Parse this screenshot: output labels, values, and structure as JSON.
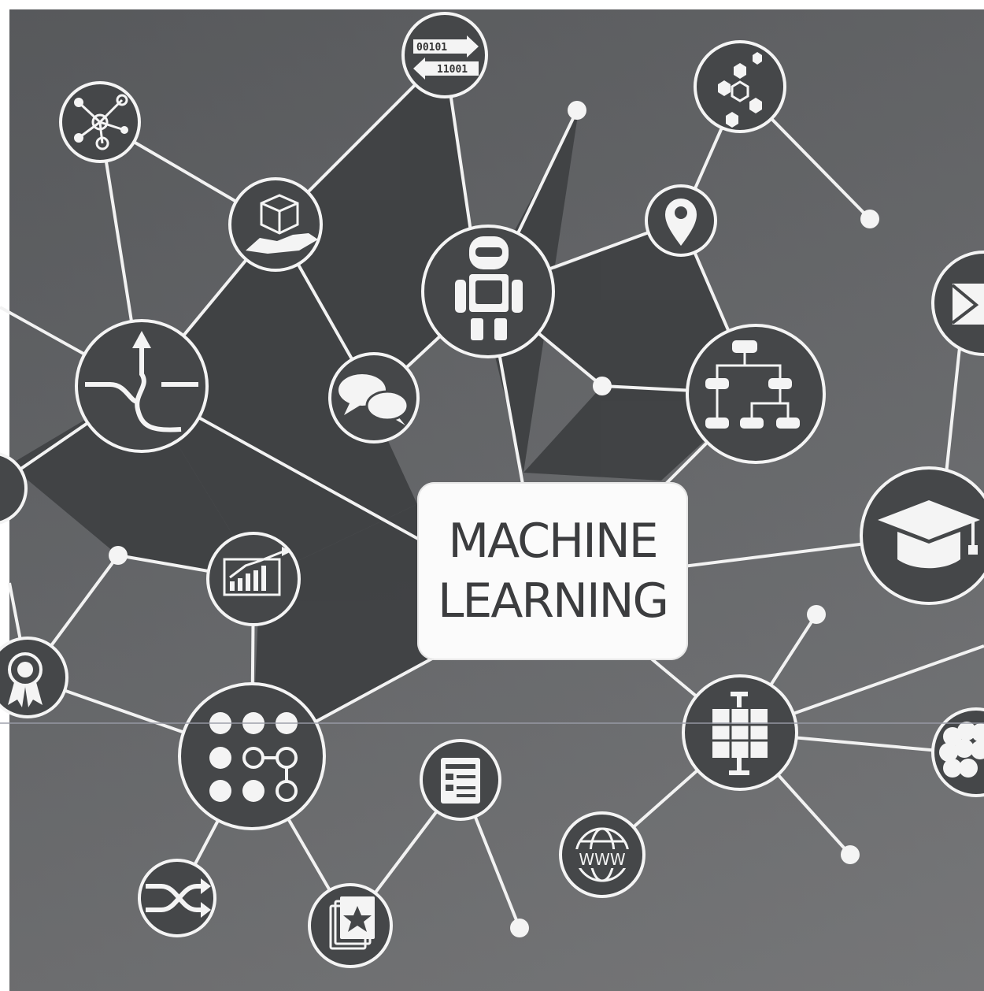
{
  "title": {
    "line1": "MACHINE",
    "line2": "LEARNING"
  },
  "colors": {
    "background_light": "#bdbdbd",
    "background_dark": "#3d3f41",
    "shape_fill": "#444648",
    "line": "#f2f2f2",
    "label_box": "#fbfbfb",
    "label_text": "#3c3d3f"
  },
  "icons": {
    "binary_top": "00101",
    "binary_bottom": "11001",
    "www": "WWW",
    "names": [
      "network-nodes-icon",
      "binary-exchange-icon",
      "hexagon-molecule-icon",
      "hand-cube-icon",
      "robot-icon",
      "location-pin-icon",
      "mail-icon",
      "merge-arrow-icon",
      "chat-bubbles-icon",
      "flowchart-icon",
      "graduation-cap-icon",
      "growth-chart-icon",
      "award-ribbon-icon",
      "dot-pattern-icon",
      "checklist-icon",
      "cube-stack-icon",
      "brain-icon",
      "globe-www-icon",
      "shuffle-icon",
      "star-card-icon"
    ]
  }
}
